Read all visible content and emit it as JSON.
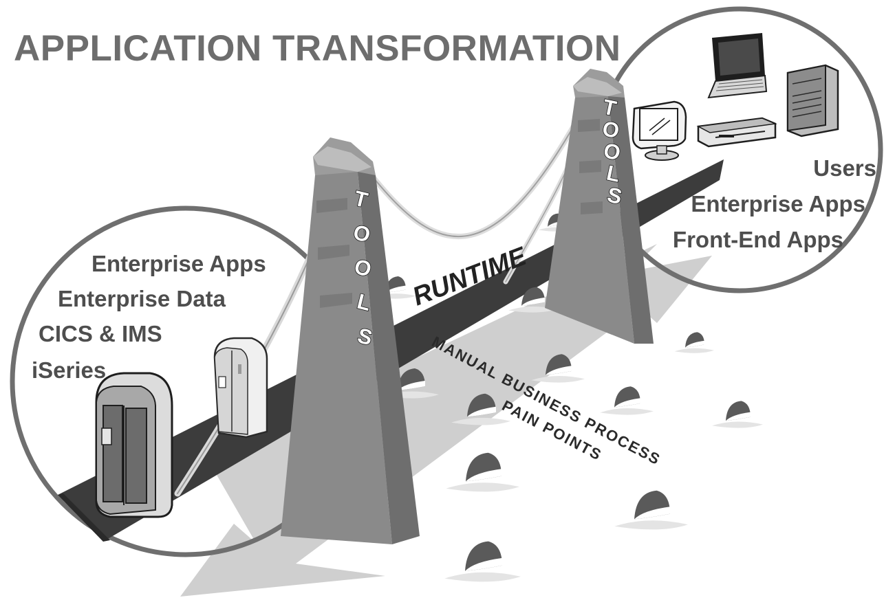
{
  "title": "APPLICATION TRANSFORMATION",
  "left_circle": {
    "labels": [
      "Enterprise Apps",
      "Enterprise Data",
      "CICS & IMS",
      "iSeries"
    ]
  },
  "right_circle": {
    "labels": [
      "Users",
      "Enterprise Apps",
      "Front-End Apps"
    ]
  },
  "bridge": {
    "road_label": "RUNTIME",
    "tower_left_letters": [
      "T",
      "O",
      "O",
      "L",
      "S"
    ],
    "tower_right_letters": [
      "T",
      "O",
      "O",
      "L",
      "S"
    ]
  },
  "water": {
    "line1": "MANUAL BUSINESS PROCESS",
    "line2": "PAIN POINTS"
  },
  "colors": {
    "title": "#6d6d6d",
    "tower": "#8a8a8a",
    "road": "#3c3c3c",
    "arrow": "#cfcfcf",
    "circle": "#6f6f6f"
  },
  "icons": [
    "mainframe-server-icon",
    "server-cabinet-icon",
    "laptop-icon",
    "crt-monitor-icon",
    "desktop-unit-icon",
    "tower-server-icon",
    "shark-fin-icon"
  ]
}
